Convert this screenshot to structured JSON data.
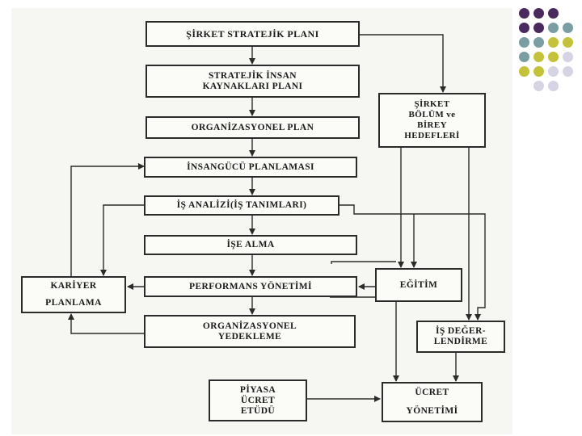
{
  "nodes": {
    "sirket_stratejik_plani": "ŞİRKET STRATEJİK PLANI",
    "stratejik_ik_plani": [
      "STRATEJİK İNSAN",
      "KAYNAKLARI PLANI"
    ],
    "organizasyonel_plan": "ORGANİZASYONEL PLAN",
    "insangucu_planlamasi": "İNSANGÜCÜ PLANLAMASI",
    "is_analizi": "İŞ ANALİZİ(İŞ TANIMLARI)",
    "ise_alma": "İŞE ALMA",
    "performans_yonetimi": "PERFORMANS YÖNETİMİ",
    "organizasyonel_yedekleme": [
      "ORGANİZASYONEL",
      "YEDEKLEME"
    ],
    "sirket_bolum_birey_hedefleri": [
      "ŞİRKET",
      "BÖLÜM ve",
      "BİREY",
      "HEDEFLERİ"
    ],
    "kariyer_planlama": [
      "KARİYER",
      "PLANLAMA"
    ],
    "egitim": "EĞİTİM",
    "is_degerlendirme": [
      "İŞ DEĞER-",
      "LENDİRME"
    ],
    "piyasa_ucret_etudu": [
      "PİYASA",
      "ÜCRET",
      "ETÜDÜ"
    ],
    "ucret_yonetimi": [
      "ÜCRET",
      "YÖNETİMİ"
    ]
  },
  "colors": {
    "purple": "#4a2a5e",
    "teal": "#7a9ea1",
    "olive": "#c3c23a",
    "lavender": "#d6d4e4"
  }
}
